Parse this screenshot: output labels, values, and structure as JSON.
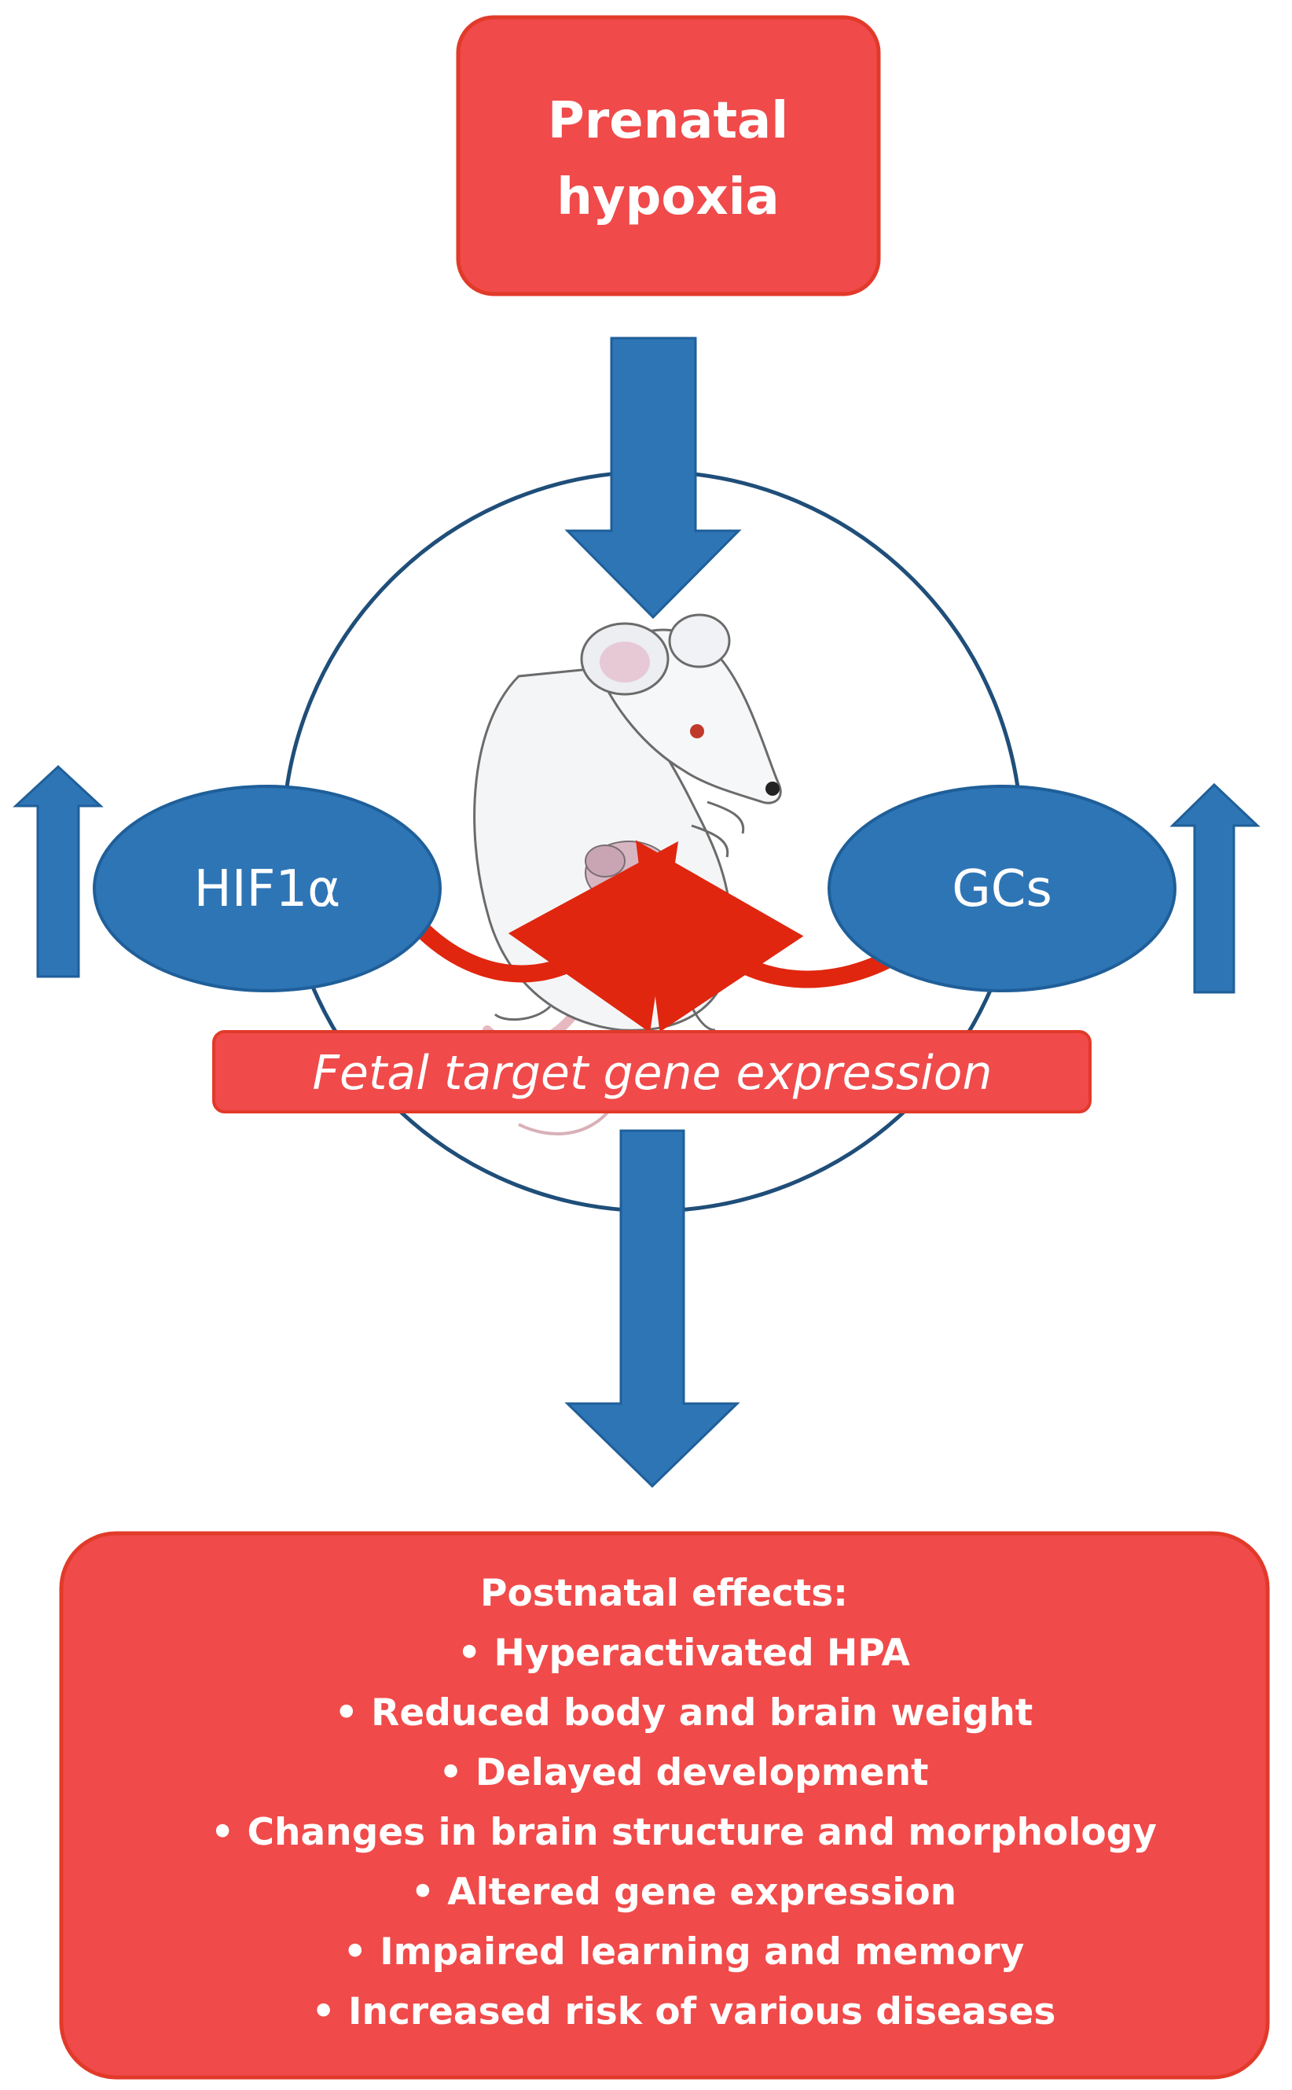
{
  "cause": {
    "line1": "Prenatal",
    "line2": "hypoxia"
  },
  "mediators": {
    "left_label": "HIF1α",
    "right_label": "GCs",
    "left_trend_icon": "up-arrow-icon",
    "right_trend_icon": "up-arrow-icon"
  },
  "fetal_bar": {
    "label": "Fetal target gene  expression"
  },
  "center_image": {
    "icon": "pregnant-rat-illustration"
  },
  "effects": {
    "title": "Postnatal effects:",
    "items": [
      "Hyperactivated HPA",
      "Reduced body and brain weight",
      "Delayed development",
      "Changes in brain structure and morphology",
      "Altered  gene expression",
      "Impaired learning and memory",
      "Increased risk of various diseases"
    ]
  },
  "colors": {
    "box_red": "#f04a4a",
    "box_border": "#e23a2a",
    "arrow_blue": "#2e75b6",
    "ellipse_blue": "#2e75b6",
    "circle_stroke": "#1f4e79",
    "curve_red": "#e0260f"
  }
}
